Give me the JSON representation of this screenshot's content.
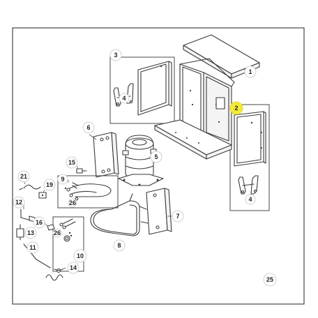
{
  "diagram": {
    "callouts": [
      {
        "id": "c1",
        "label": "1"
      },
      {
        "id": "c2",
        "label": "2",
        "highlight": true
      },
      {
        "id": "c3",
        "label": "3"
      },
      {
        "id": "c4a",
        "label": "4"
      },
      {
        "id": "c4b",
        "label": "4"
      },
      {
        "id": "c5",
        "label": "5"
      },
      {
        "id": "c6",
        "label": "6"
      },
      {
        "id": "c7",
        "label": "7"
      },
      {
        "id": "c8",
        "label": "8"
      },
      {
        "id": "c9",
        "label": "9"
      },
      {
        "id": "c10",
        "label": "10"
      },
      {
        "id": "c11",
        "label": "11"
      },
      {
        "id": "c12",
        "label": "12"
      },
      {
        "id": "c13",
        "label": "13"
      },
      {
        "id": "c14",
        "label": "14"
      },
      {
        "id": "c15",
        "label": "15"
      },
      {
        "id": "c16",
        "label": "16"
      },
      {
        "id": "c19",
        "label": "19"
      },
      {
        "id": "c21",
        "label": "21"
      },
      {
        "id": "c25",
        "label": "25"
      },
      {
        "id": "c26a",
        "label": "26"
      },
      {
        "id": "c26b",
        "label": "26"
      }
    ],
    "colors": {
      "highlight": "#f2ea38",
      "line": "#3a3a3a"
    }
  }
}
